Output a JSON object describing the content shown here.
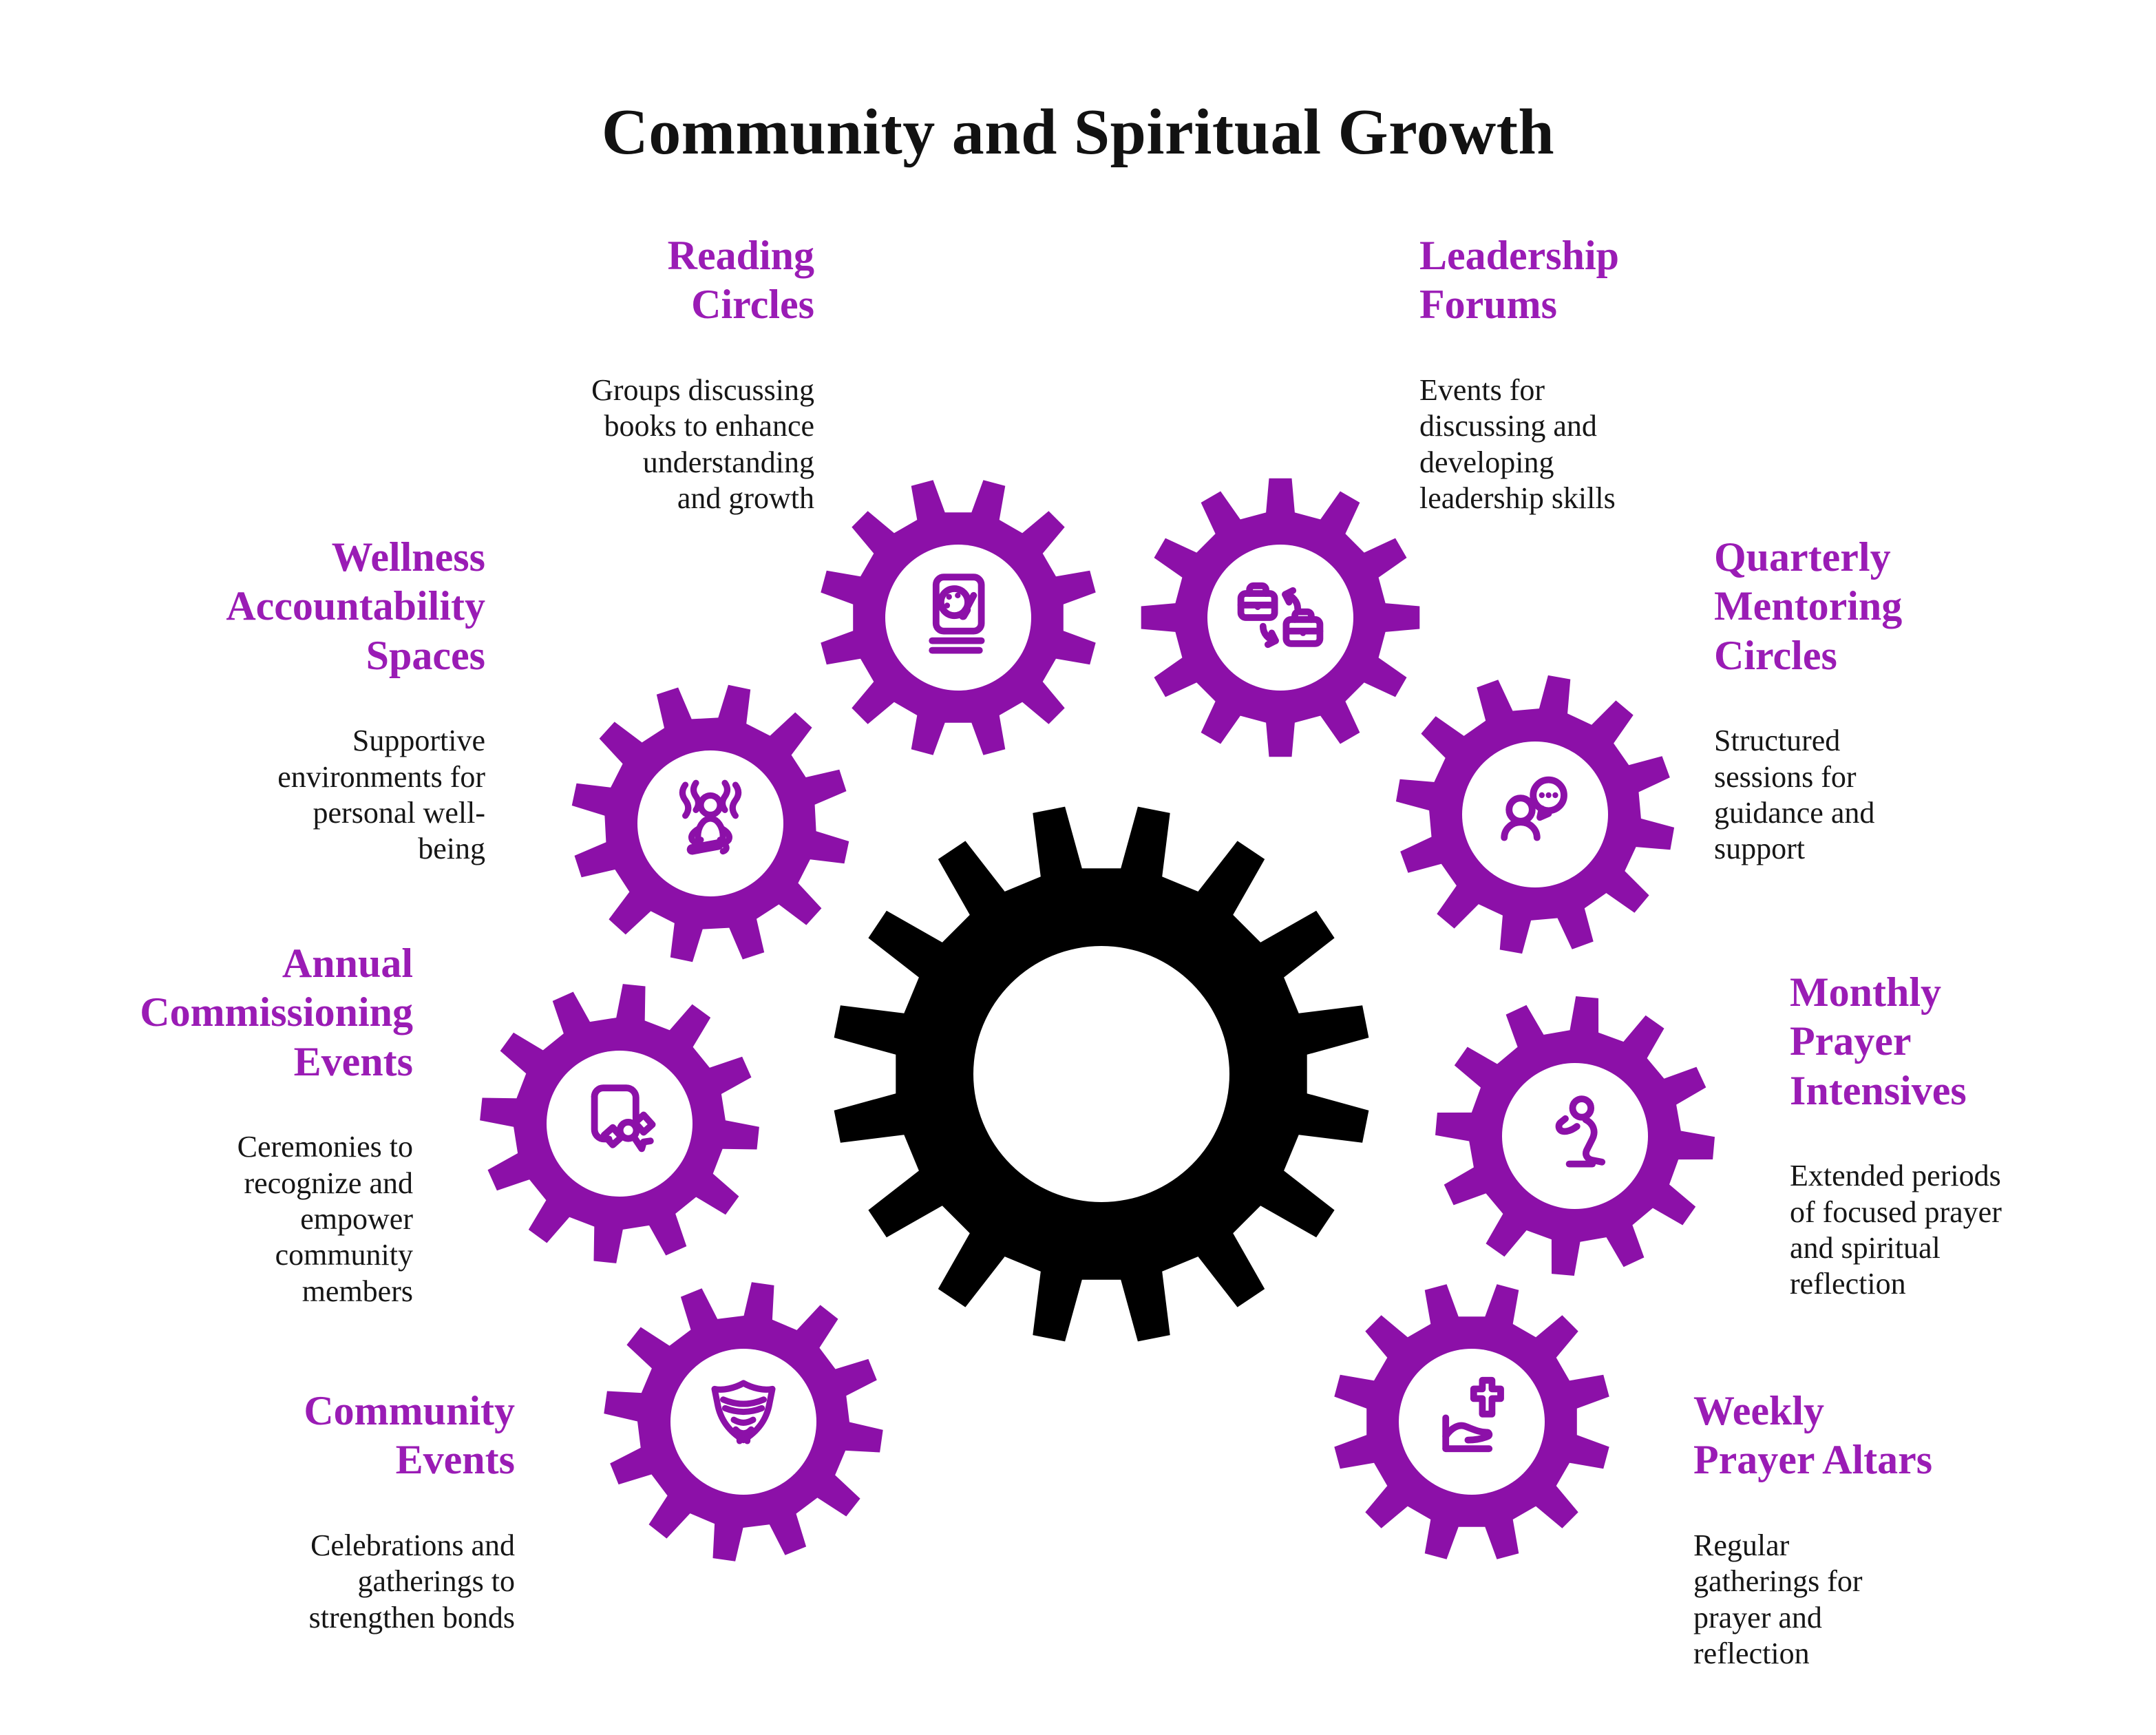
{
  "title": "Community and Spiritual Growth",
  "colors": {
    "background": "#ffffff",
    "title_text": "#121212",
    "heading_purple": "#9A1CB5",
    "body_text": "#161616",
    "gear_purple": "#8C10A8",
    "gear_black": "#000000",
    "icon_purple": "#8C10A8"
  },
  "items": [
    {
      "id": "reading-circles",
      "heading": "Reading\nCircles",
      "description": "Groups discussing\nbooks to enhance\nunderstanding\nand growth",
      "icon": "book-palette"
    },
    {
      "id": "leadership-forums",
      "heading": "Leadership\nForums",
      "description": "Events for\ndiscussing and\ndeveloping\nleadership skills",
      "icon": "briefcase-exchange"
    },
    {
      "id": "wellness-accountability-spaces",
      "heading": "Wellness\nAccountability\nSpaces",
      "description": "Supportive\nenvironments for\npersonal well-\nbeing",
      "icon": "meditating-person"
    },
    {
      "id": "quarterly-mentoring-circles",
      "heading": "Quarterly\nMentoring\nCircles",
      "description": "Structured\nsessions for\nguidance and\nsupport",
      "icon": "person-chat"
    },
    {
      "id": "annual-commissioning-events",
      "heading": "Annual\nCommissioning\nEvents",
      "description": "Ceremonies to\nrecognize and\nempower\ncommunity\nmembers",
      "icon": "certificate-ribbon"
    },
    {
      "id": "monthly-prayer-intensives",
      "heading": "Monthly\nPrayer\nIntensives",
      "description": "Extended periods\nof focused prayer\nand spiritual\nreflection",
      "icon": "praying-person"
    },
    {
      "id": "community-events",
      "heading": "Community\nEvents",
      "description": "Celebrations and\ngatherings to\nstrengthen bonds",
      "icon": "shield-emblem"
    },
    {
      "id": "weekly-prayer-altars",
      "heading": "Weekly\nPrayer Altars",
      "description": "Regular\ngatherings for\nprayer and\nreflection",
      "icon": "altar-cross"
    }
  ]
}
